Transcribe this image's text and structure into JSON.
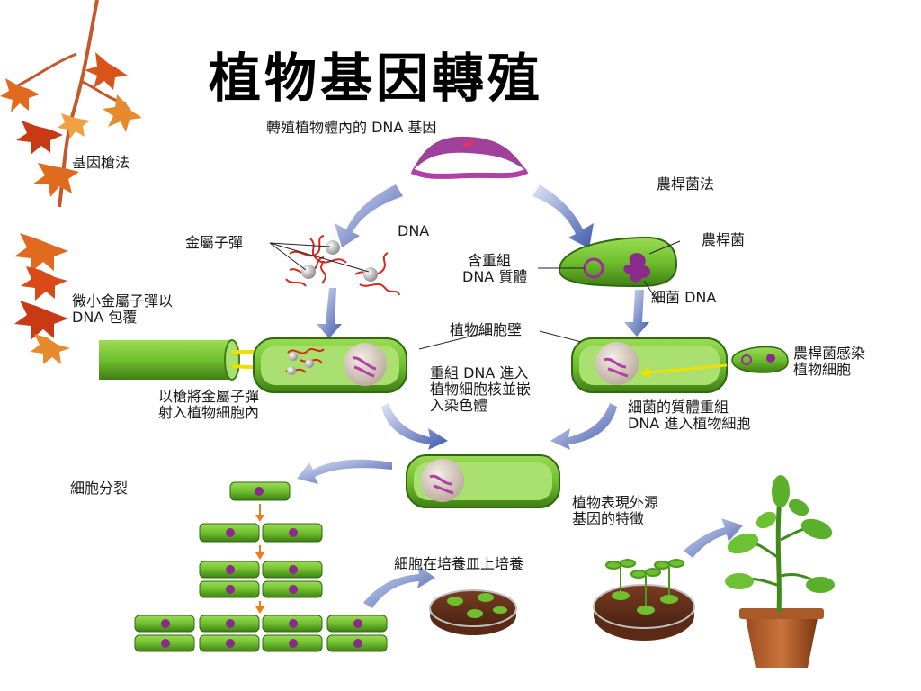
{
  "title": "植物基因轉殖",
  "labels": {
    "top_dna_gene": "轉殖植物體內的 DNA 基因",
    "gene_gun_method": "基因槍法",
    "agro_method": "農桿菌法",
    "dna": "DNA",
    "metal_bullet": "金屬子彈",
    "recomb_line1": "含重組",
    "recomb_line2": "DNA 質體",
    "agrobacterium": "農桿菌",
    "bacterial_dna": "細菌 DNA",
    "micro_bullet_line1": "微小金屬子彈以",
    "micro_bullet_line2": "DNA 包覆",
    "plant_cell_wall": "植物細胞壁",
    "agro_infect_line1": "農桿菌感染",
    "agro_infect_line2": "植物細胞",
    "shoot_line1": "以槍將金屬子彈",
    "shoot_line2": "射入植物細胞內",
    "integrate_line1": "重組 DNA 進入",
    "integrate_line2": "植物細胞核並嵌",
    "integrate_line3": "入染色體",
    "plasmid_line1": "細菌的質體重組",
    "plasmid_line2": "DNA 進入植物細胞",
    "cell_division": "細胞分裂",
    "trait_line1": "植物表現外源",
    "trait_line2": "基因的特徵",
    "culture": "細胞在培養皿上培養"
  },
  "colors": {
    "cell_green": "#6fbf2e",
    "cell_dark": "#3f7f14",
    "arrow_blue": "#4f66b8",
    "dna_purple": "#9b2c8f",
    "leaf_orange": "#e06a1e",
    "leaf_red": "#c83a14",
    "soil": "#6b3520"
  }
}
